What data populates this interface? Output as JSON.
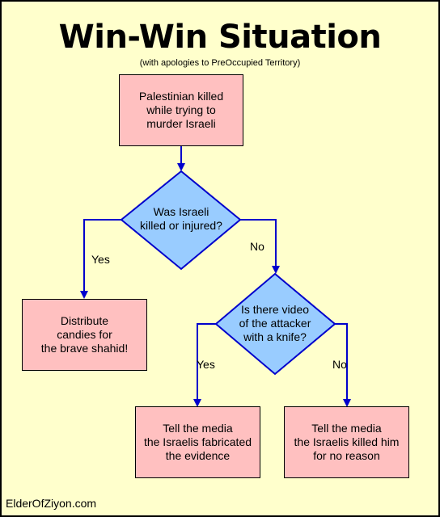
{
  "title": "Win-Win Situation",
  "subtitle": "(with apologies to PreOccupied Territory)",
  "nodes": {
    "start": "Palestinian killed\nwhile trying to\nmurder Israeli",
    "decision1": "Was Israeli\nkilled or injured?",
    "candies": "Distribute\ncandies for\nthe brave shahid!",
    "decision2": "Is there video\nof the attacker\nwith a knife?",
    "fabricated": "Tell the media\nthe Israelis fabricated\nthe evidence",
    "no_reason": "Tell the media\nthe Israelis killed him\nfor no reason"
  },
  "edges": {
    "d1_yes": "Yes",
    "d1_no": "No",
    "d2_yes": "Yes",
    "d2_no": "No"
  },
  "footer": "ElderOfZiyon.com",
  "colors": {
    "background": "#ffffcc",
    "process_fill": "#ffc0c0",
    "decision_fill": "#99ccff",
    "connector": "#0000cc"
  }
}
